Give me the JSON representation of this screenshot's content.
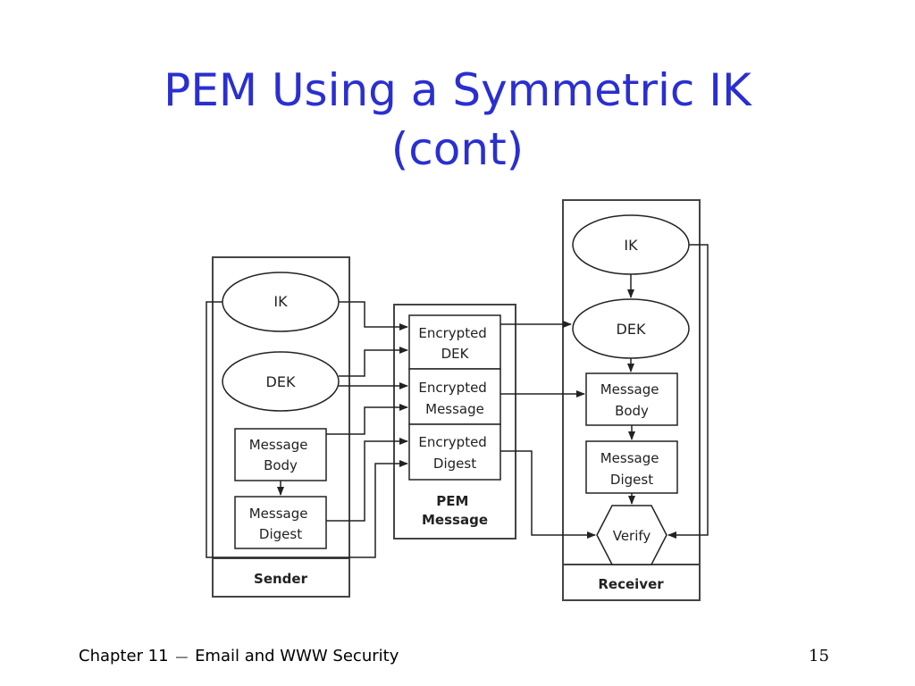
{
  "slide": {
    "title_line1": "PEM Using a Symmetric IK",
    "title_line2": "(cont)",
    "footer_chapter": "Chapter 11",
    "footer_dash": "—",
    "footer_topic": "Email and WWW Security",
    "page_number": "15"
  },
  "diagram": {
    "sender": {
      "label": "Sender",
      "ik": "IK",
      "dek": "DEK",
      "message_body": [
        "Message",
        "Body"
      ],
      "message_digest": [
        "Message",
        "Digest"
      ]
    },
    "pem": {
      "label": [
        "PEM",
        "Message"
      ],
      "encrypted_dek": [
        "Encrypted",
        "DEK"
      ],
      "encrypted_message": [
        "Encrypted",
        "Message"
      ],
      "encrypted_digest": [
        "Encrypted",
        "Digest"
      ]
    },
    "receiver": {
      "label": "Receiver",
      "ik": "IK",
      "dek": "DEK",
      "message_body": [
        "Message",
        "Body"
      ],
      "message_digest": [
        "Message",
        "Digest"
      ],
      "verify": "Verify"
    }
  }
}
